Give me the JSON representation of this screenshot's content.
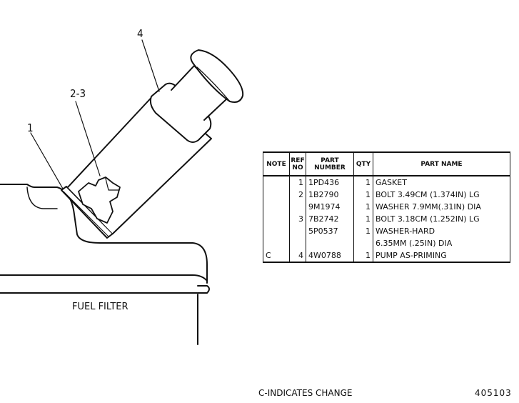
{
  "callouts": {
    "label_1": "1",
    "label_2_3": "2-3",
    "label_4": "4"
  },
  "fuel_filter_label": "FUEL FILTER",
  "footer": {
    "change_note": "C-INDICATES CHANGE",
    "drawing_number": "405103"
  },
  "table": {
    "headers": {
      "note": "NOTE",
      "ref_no": "REF NO",
      "part_number": "PART NUMBER",
      "qty": "QTY",
      "part_name": "PART NAME"
    },
    "rows": [
      {
        "note": "",
        "ref": "1",
        "part": "1PD436",
        "qty": "1",
        "name": "GASKET"
      },
      {
        "note": "",
        "ref": "2",
        "part": "1B2790",
        "qty": "1",
        "name": "BOLT 3.49CM (1.374IN) LG"
      },
      {
        "note": "",
        "ref": "",
        "part": "9M1974",
        "qty": "1",
        "name": "WASHER 7.9MM(.31IN) DIA"
      },
      {
        "note": "",
        "ref": "3",
        "part": "7B2742",
        "qty": "1",
        "name": "BOLT 3.18CM (1.252IN) LG"
      },
      {
        "note": "",
        "ref": "",
        "part": "5P0537",
        "qty": "1",
        "name": "WASHER-HARD"
      },
      {
        "note": "",
        "ref": "",
        "part": "",
        "qty": "",
        "name": "6.35MM (.25IN) DIA"
      },
      {
        "note": "C",
        "ref": "4",
        "part": "4W0788",
        "qty": "1",
        "name": "PUMP AS-PRIMING"
      }
    ]
  }
}
